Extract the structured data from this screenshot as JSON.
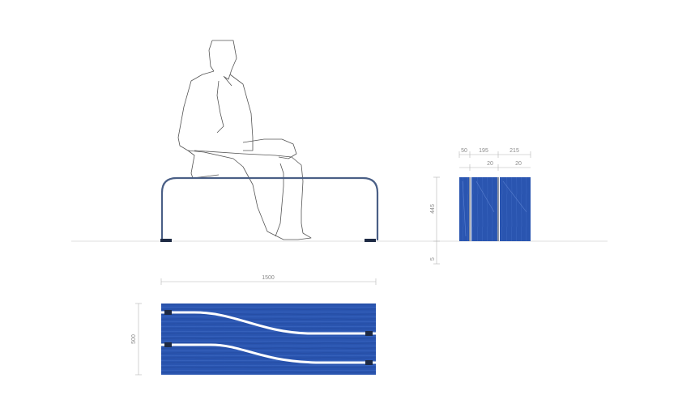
{
  "colors": {
    "wood_blue": "#2a55b0",
    "wood_dark": "#1f4496",
    "frame_steel": "#4a5f86",
    "dimension_grey": "#8a8a8a",
    "ground_line": "#d4d4d4"
  },
  "side_view": {
    "dim_top_row": [
      "50",
      "195",
      "215"
    ],
    "dim_second_row": [
      "20",
      "20"
    ],
    "dim_height": "445",
    "dim_ground_gap": "5"
  },
  "top_view": {
    "dim_length": "1500",
    "dim_width": "500"
  }
}
